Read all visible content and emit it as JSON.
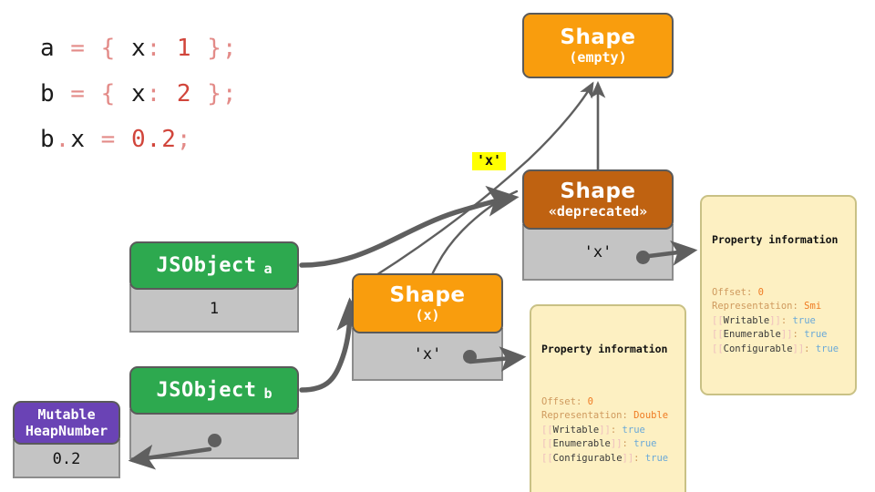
{
  "code": {
    "lines": [
      [
        {
          "t": "a",
          "c": "var"
        },
        {
          "t": " = ",
          "c": "op"
        },
        {
          "t": "{ ",
          "c": "punc"
        },
        {
          "t": "x",
          "c": "var"
        },
        {
          "t": ": ",
          "c": "punc"
        },
        {
          "t": "1",
          "c": "num"
        },
        {
          "t": " }",
          "c": "punc"
        },
        {
          "t": ";",
          "c": "punc"
        }
      ],
      [
        {
          "t": "b",
          "c": "var"
        },
        {
          "t": " = ",
          "c": "op"
        },
        {
          "t": "{ ",
          "c": "punc"
        },
        {
          "t": "x",
          "c": "var"
        },
        {
          "t": ": ",
          "c": "punc"
        },
        {
          "t": "2",
          "c": "num"
        },
        {
          "t": " }",
          "c": "punc"
        },
        {
          "t": ";",
          "c": "punc"
        }
      ],
      [
        {
          "t": "b",
          "c": "var"
        },
        {
          "t": ".",
          "c": "punc"
        },
        {
          "t": "x",
          "c": "var"
        },
        {
          "t": " = ",
          "c": "op"
        },
        {
          "t": "0.2",
          "c": "num"
        },
        {
          "t": ";",
          "c": "punc"
        }
      ]
    ]
  },
  "nodes": {
    "shape_empty": {
      "title": "Shape",
      "subtitle": "(empty)",
      "color": "#f99d0d"
    },
    "shape_deprecated": {
      "title": "Shape",
      "subtitle": "«deprecated»",
      "color": "#bf6211",
      "slot_value": "'x'"
    },
    "shape_x": {
      "title": "Shape",
      "subtitle": "(x)",
      "color": "#f99d0d",
      "slot_value": "'x'"
    },
    "jsobject_a": {
      "title": "JSObject",
      "suffix": "a",
      "color": "#2da94f",
      "slot_value": "1"
    },
    "jsobject_b": {
      "title": "JSObject",
      "suffix": "b",
      "color": "#2da94f",
      "slot_value": ""
    },
    "mutable_heapnumber": {
      "title_line1": "Mutable",
      "title_line2": "HeapNumber",
      "color": "#6a43b5",
      "slot_value": "0.2"
    }
  },
  "labels": {
    "transition_x": "'x'"
  },
  "property_info_smi": {
    "title": "Property information",
    "rows": [
      {
        "key": "Offset",
        "colon": ": ",
        "value": "0",
        "value_kind": "num"
      },
      {
        "key": "Representation",
        "colon": ": ",
        "value": "Smi",
        "value_kind": "type"
      },
      {
        "key": "[[Writable]]",
        "colon": ": ",
        "value": "true",
        "value_kind": "bool"
      },
      {
        "key": "[[Enumerable]]",
        "colon": ": ",
        "value": "true",
        "value_kind": "bool"
      },
      {
        "key": "[[Configurable]]",
        "colon": ": ",
        "value": "true",
        "value_kind": "bool"
      }
    ]
  },
  "property_info_double": {
    "title": "Property information",
    "rows": [
      {
        "key": "Offset",
        "colon": ": ",
        "value": "0",
        "value_kind": "num"
      },
      {
        "key": "Representation",
        "colon": ": ",
        "value": "Double",
        "value_kind": "type"
      },
      {
        "key": "[[Writable]]",
        "colon": ": ",
        "value": "true",
        "value_kind": "bool"
      },
      {
        "key": "[[Enumerable]]",
        "colon": ": ",
        "value": "true",
        "value_kind": "bool"
      },
      {
        "key": "[[Configurable]]",
        "colon": ": ",
        "value": "true",
        "value_kind": "bool"
      }
    ]
  },
  "palette": {
    "green": "#2da94f",
    "orange": "#f99d0d",
    "brown": "#bf6211",
    "purple": "#6a43b5",
    "slot_gray": "#c4c4c4",
    "wire_gray": "#5f5f5f",
    "highlight_yellow": "#ffff00",
    "callout_bg": "#fdf0c2"
  }
}
